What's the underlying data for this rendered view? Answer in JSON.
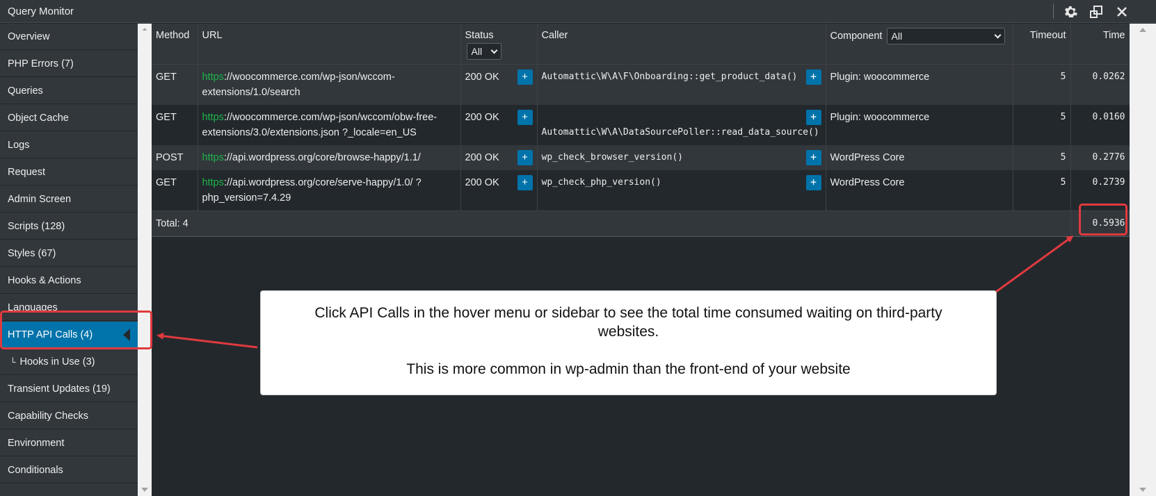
{
  "window": {
    "title": "Query Monitor",
    "icons": [
      "gear-icon",
      "dock-toggle-icon",
      "close-icon"
    ]
  },
  "sidebar": {
    "items": [
      {
        "label": "Overview"
      },
      {
        "label": "PHP Errors (7)"
      },
      {
        "label": "Queries"
      },
      {
        "label": "Object Cache"
      },
      {
        "label": "Logs"
      },
      {
        "label": "Request"
      },
      {
        "label": "Admin Screen"
      },
      {
        "label": "Scripts (128)"
      },
      {
        "label": "Styles (67)"
      },
      {
        "label": "Hooks & Actions"
      },
      {
        "label": "Languages"
      },
      {
        "label": "HTTP API Calls (4)",
        "active": true
      },
      {
        "label": "Hooks in Use (3)",
        "sub": true,
        "glyph": "└"
      },
      {
        "label": "Transient Updates (19)"
      },
      {
        "label": "Capability Checks"
      },
      {
        "label": "Environment"
      },
      {
        "label": "Conditionals"
      }
    ]
  },
  "table": {
    "headers": {
      "method": "Method",
      "url": "URL",
      "status": "Status",
      "status_filter": "All",
      "caller": "Caller",
      "component": "Component",
      "component_filter": "All",
      "timeout": "Timeout",
      "time": "Time"
    },
    "rows": [
      {
        "method": "GET",
        "url_scheme": "https",
        "url_rest": "://woocommerce.com/wp-json/wccom-extensions/1.0/search",
        "status": "200 OK",
        "caller": "Automattic\\W\\A\\F\\Onboarding::get_product_data()",
        "component": "Plugin: woocommerce",
        "timeout": "5",
        "time": "0.0262"
      },
      {
        "method": "GET",
        "url_scheme": "https",
        "url_rest": "://woocommerce.com/wp-json/wccom/obw-free-extensions/3.0/extensions.json ?_locale=en_US",
        "status": "200 OK",
        "caller": "Automattic\\W\\A\\DataSourcePoller::read_data_source()",
        "component": "Plugin: woocommerce",
        "timeout": "5",
        "time": "0.0160"
      },
      {
        "method": "POST",
        "url_scheme": "https",
        "url_rest": "://api.wordpress.org/core/browse-happy/1.1/",
        "status": "200 OK",
        "caller": "wp_check_browser_version()",
        "component": "WordPress Core",
        "timeout": "5",
        "time": "0.2776"
      },
      {
        "method": "GET",
        "url_scheme": "https",
        "url_rest": "://api.wordpress.org/core/serve-happy/1.0/ ?php_version=7.4.29",
        "status": "200 OK",
        "caller": "wp_check_php_version()",
        "component": "WordPress Core",
        "timeout": "5",
        "time": "0.2739"
      }
    ],
    "footer": {
      "total_label": "Total: 4",
      "total_time": "0.5936"
    },
    "expand_label": "+"
  },
  "callout": {
    "line1": "Click API Calls in the hover menu or sidebar to see the total time consumed waiting on third-party websites.",
    "line2": "This is more common in wp-admin than the front-end of your website"
  },
  "colors": {
    "accent": "#0073aa",
    "annotation": "#e03a3e",
    "https": "#1db54a"
  }
}
